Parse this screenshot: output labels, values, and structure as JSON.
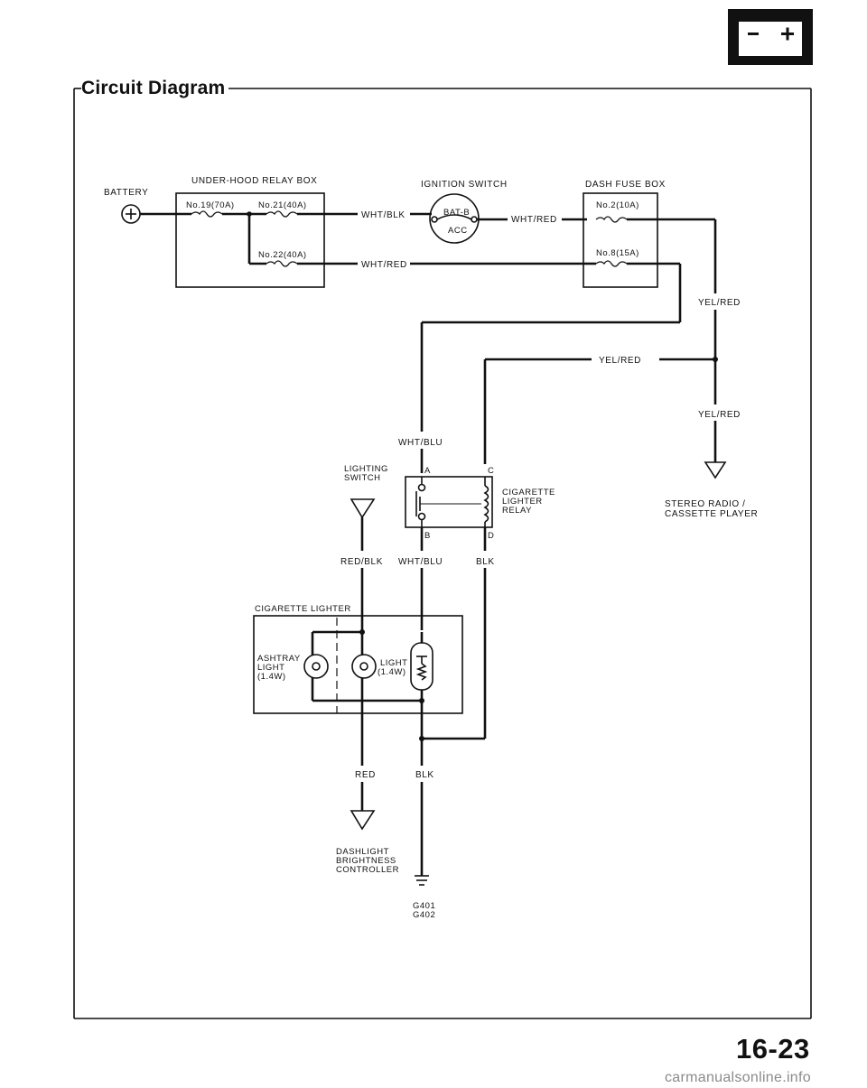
{
  "header": {
    "title": "Circuit Diagram",
    "page_number": "16-23"
  },
  "icons": {
    "section_icon": "battery-icon"
  },
  "components": {
    "battery": "BATTERY",
    "under_hood_relay_box": "UNDER-HOOD RELAY BOX",
    "ignition_switch": "IGNITION SWITCH",
    "dash_fuse_box": "DASH FUSE BOX",
    "lighting_switch_1": "LIGHTING",
    "lighting_switch_2": "SWITCH",
    "relay_1": "CIGARETTE",
    "relay_2": "LIGHTER",
    "relay_3": "RELAY",
    "stereo_1": "STEREO RADIO /",
    "stereo_2": "CASSETTE PLAYER",
    "cigarette_lighter": "CIGARETTE LIGHTER",
    "ashtray_1": "ASHTRAY",
    "ashtray_2": "LIGHT",
    "ashtray_3": "(1.4W)",
    "light_1": "LIGHT",
    "light_2": "(1.4W)",
    "dashlight_1": "DASHLIGHT",
    "dashlight_2": "BRIGHTNESS",
    "dashlight_3": "CONTROLLER",
    "ground_1": "G401",
    "ground_2": "G402"
  },
  "fuses": {
    "no19": "No.19(70A)",
    "no21": "No.21(40A)",
    "no22": "No.22(40A)",
    "no2": "No.2(10A)",
    "no8": "No.8(15A)"
  },
  "ignition": {
    "bat": "BAT-B",
    "acc": "ACC"
  },
  "relay_terminals": {
    "a": "A",
    "b": "B",
    "c": "C",
    "d": "D"
  },
  "wires": {
    "wht_blk": "WHT/BLK",
    "wht_red_1": "WHT/RED",
    "wht_red_2": "WHT/RED",
    "yel_red_1": "YEL/RED",
    "yel_red_2": "YEL/RED",
    "yel_red_3": "YEL/RED",
    "wht_blu_1": "WHT/BLU",
    "wht_blu_2": "WHT/BLU",
    "red_blk": "RED/BLK",
    "blk_1": "BLK",
    "blk_2": "BLK",
    "red": "RED"
  },
  "watermark": "carmanualsonline.info"
}
